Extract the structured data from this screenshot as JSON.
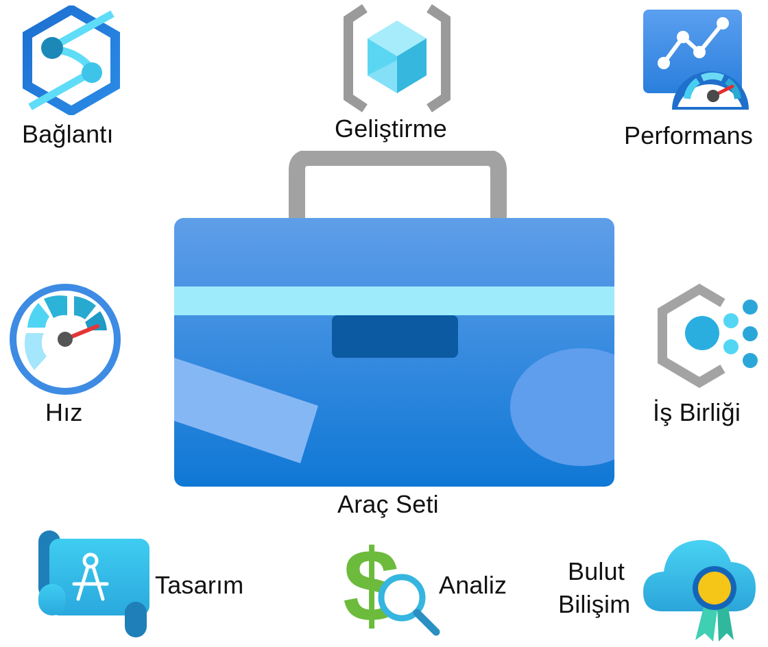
{
  "diagram": {
    "center": {
      "label": "Araç Seti",
      "icon": "toolbox-icon"
    },
    "nodes": [
      {
        "id": "baglanti",
        "label": "Bağlantı",
        "icon": "hexagon-connection-icon"
      },
      {
        "id": "gelistirme",
        "label": "Geliştirme",
        "icon": "cube-brackets-icon"
      },
      {
        "id": "performans",
        "label": "Performans",
        "icon": "chart-gauge-icon"
      },
      {
        "id": "hiz",
        "label": "Hız",
        "icon": "speedometer-icon"
      },
      {
        "id": "is-birligi",
        "label": "İş Birliği",
        "icon": "hexagon-dots-icon"
      },
      {
        "id": "tasarim",
        "label": "Tasarım",
        "icon": "blueprint-compass-icon"
      },
      {
        "id": "analiz",
        "label": "Analiz",
        "icon": "dollar-magnifier-icon"
      },
      {
        "id": "bulut-bilisim",
        "label_line1": "Bulut",
        "label_line2": "Bilişim",
        "icon": "cloud-badge-icon"
      }
    ]
  },
  "colors": {
    "primary_blue": "#2f86de",
    "light_cyan": "#9eebfb",
    "dark_blue": "#0b5aa2",
    "gray": "#9e9e9e",
    "green": "#6cbb3c",
    "yellow": "#f5c518",
    "red": "#e23a3a"
  }
}
